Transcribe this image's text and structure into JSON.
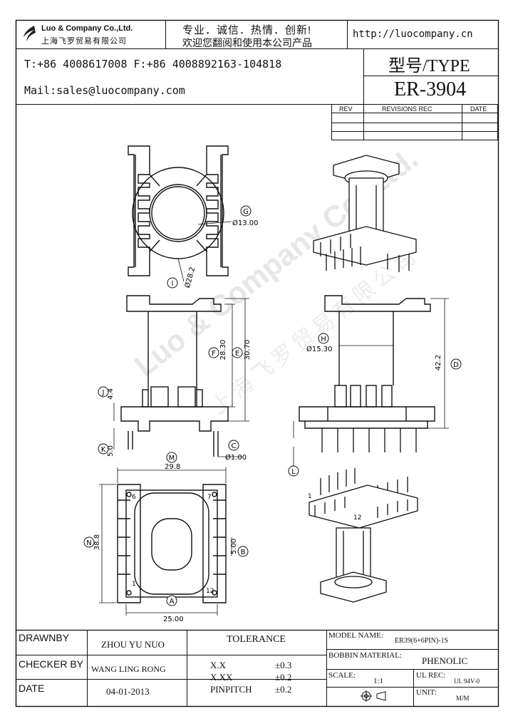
{
  "header": {
    "company_en": "Luo & Company Co.,Ltd.",
    "company_cn": "上海飞罗贸易有限公司",
    "slogan": "专业．诚信．热情．创新!",
    "welcome": "欢迎您翻阅和使用本公司产品",
    "url": "http://luocompany.cn",
    "phone_fax": "T:+86 4008617008 F:+86 4008892163-104818",
    "mail": "Mail:sales@luocompany.com",
    "type_label": "型号/TYPE",
    "type_value": "ER-3904"
  },
  "revisions": {
    "headers": [
      "REV",
      "REVISIONS REC",
      "DATE"
    ]
  },
  "watermark": {
    "en": "Luo & Company Co.,Ltd.",
    "cn": "上海飞罗贸易有限公司"
  },
  "dimensions": {
    "g": "G",
    "g_value": "Ø13.00",
    "i": "I",
    "i_value": "Ø28.2",
    "f": "F",
    "f_value": "28.30",
    "e": "E",
    "e_value": "30.70",
    "j": "J",
    "j_value": "4.4",
    "k": "K",
    "k_value": "5.0",
    "c": "C",
    "c_value": "Ø1.00",
    "h": "H",
    "h_value": "Ø15.30",
    "d": "D",
    "d_value": "42.2",
    "l": "L",
    "m": "M",
    "m_value": "29.8",
    "n": "N",
    "n_value": "38.8",
    "b": "B",
    "b_value": "5.00",
    "a": "A",
    "a_value": "25.00",
    "pin_6": "6",
    "pin_7": "7",
    "pin_1": "1",
    "pin_12": "12",
    "iso_pin_1": "1",
    "iso_pin_12": "12"
  },
  "footer": {
    "drawnby_label": "DRAWNBY",
    "drawnby_value": "ZHOU YU NUO",
    "checker_label": "CHECKER BY",
    "checker_value": "WANG LING RONG",
    "date_label": "DATE",
    "date_value": "04-01-2013",
    "tolerance_label": "TOLERANCE",
    "tol_xx": "X.X",
    "tol_xx_value": "±0.3",
    "tol_xxx": "X.XX",
    "tol_xxx_value": "±0.2",
    "tol_pin": "PINPITCH",
    "tol_pin_value": "±0.2",
    "model_label": "MODEL NAME:",
    "model_value": "ER39(6+6PIN)-1S",
    "material_label": "BOBBIN MATERIAL:",
    "material_value": "PHENOLIC",
    "scale_label": "SCALE:",
    "scale_value": "1:1",
    "ul_label": "UL REC:",
    "ul_value": "UL 94V-0",
    "unit_label": "UNIT:",
    "unit_value": "M/M"
  }
}
